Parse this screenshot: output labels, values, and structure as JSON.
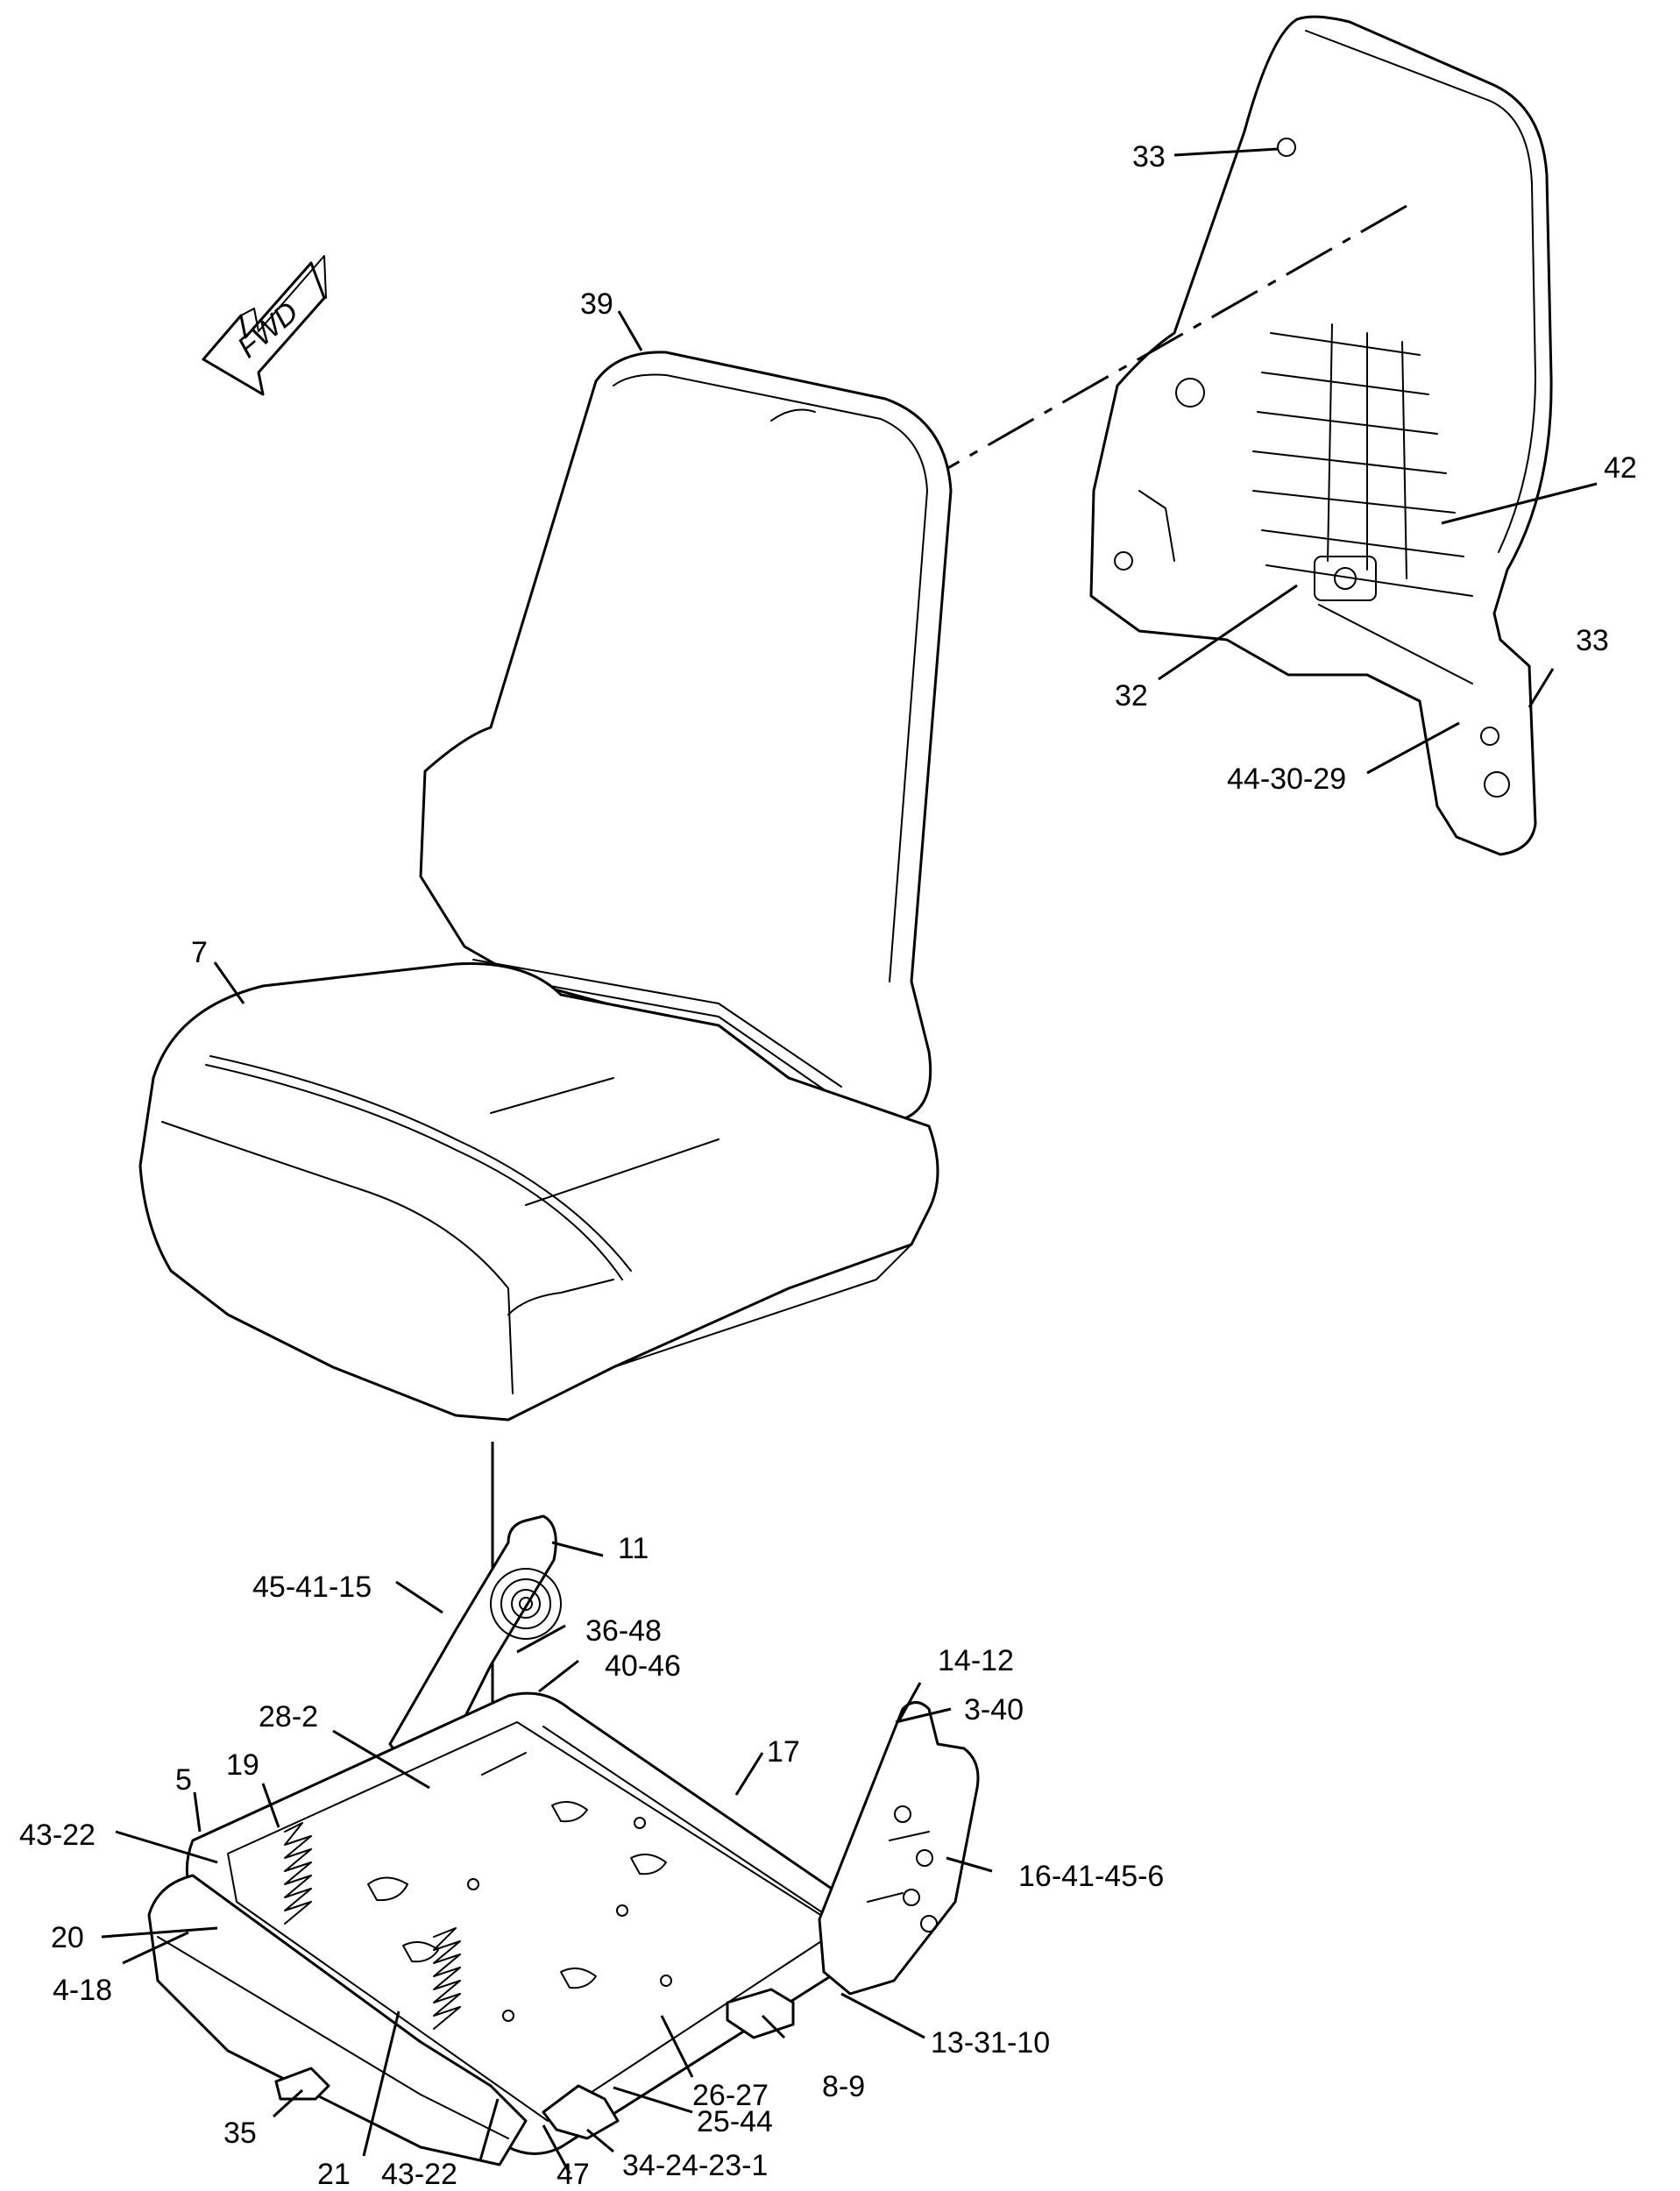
{
  "direction_marker": {
    "text": "FWD"
  },
  "callouts": {
    "c33_top": "33",
    "c39": "39",
    "c42": "42",
    "c32": "32",
    "c33_side": "33",
    "c44_30_29": "44-30-29",
    "c7": "7",
    "c11": "11",
    "c45_41_15": "45-41-15",
    "c36_48": "36-48",
    "c40_46": "40-46",
    "c14_12": "14-12",
    "c3_40": "3-40",
    "c28_2": "28-2",
    "c17": "17",
    "c5": "5",
    "c19": "19",
    "c43_22_left": "43-22",
    "c16_41_45_6": "16-41-45-6",
    "c20": "20",
    "c4_18": "4-18",
    "c13_31_10": "13-31-10",
    "c8_9": "8-9",
    "c35": "35",
    "c26_27": "26-27",
    "c21": "21",
    "c25_44": "25-44",
    "c43_22_bottom": "43-22",
    "c47": "47",
    "c34_24_23_1": "34-24-23-1"
  }
}
